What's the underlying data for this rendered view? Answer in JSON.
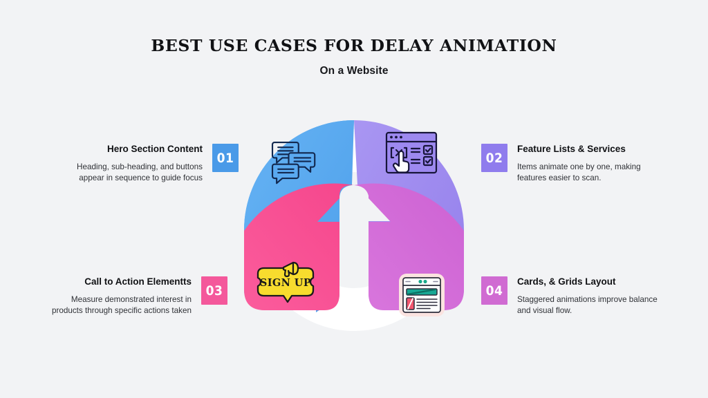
{
  "header": {
    "title": "BEST USE CASES FOR DELAY ANIMATION",
    "subtitle": "On a Website"
  },
  "colors": {
    "background": "#f2f3f5",
    "segment_1": "#5aa9f0",
    "segment_2": "#9d89ef",
    "segment_3": "#fa5296",
    "segment_4": "#d36bd8",
    "badge_1": "#4a9ae8",
    "badge_2": "#8f7ced",
    "badge_3": "#f4589b",
    "badge_4": "#d06bd2",
    "icon_stroke_1": "#12284f",
    "icon_stroke_2": "#17153a",
    "halo": "#ffffff",
    "signup_fill": "#f8dc2e",
    "title_text": "#111215",
    "body_text": "#2f3136"
  },
  "items": [
    {
      "number": "01",
      "heading": "Hero Section Content",
      "body": "Heading, sub-heading, and buttons appear in sequence to guide focus",
      "icon": "chat-bubbles-icon",
      "segment_color": "#5aa9f0",
      "badge_color": "#4a9ae8",
      "position": "top-left"
    },
    {
      "number": "02",
      "heading": "Feature Lists & Services",
      "body": "Items animate one by one, making features easier to scan.",
      "icon": "browser-checklist-cursor-icon",
      "segment_color": "#9d89ef",
      "badge_color": "#8f7ced",
      "position": "top-right"
    },
    {
      "number": "03",
      "heading": "Call to Action Elementts",
      "body": "Measure demonstrated interest in products through specific actions taken",
      "icon": "sign-up-megaphone-badge-icon",
      "icon_label": "SIGN UP",
      "segment_color": "#fa5296",
      "badge_color": "#f4589b",
      "position": "bottom-left"
    },
    {
      "number": "04",
      "heading": "Cards, & Grids Layout",
      "body": "Staggered animations improve balance and visual flow.",
      "icon": "webpage-card-layout-icon",
      "segment_color": "#d36bd8",
      "badge_color": "#d06bd2",
      "position": "bottom-right"
    }
  ]
}
